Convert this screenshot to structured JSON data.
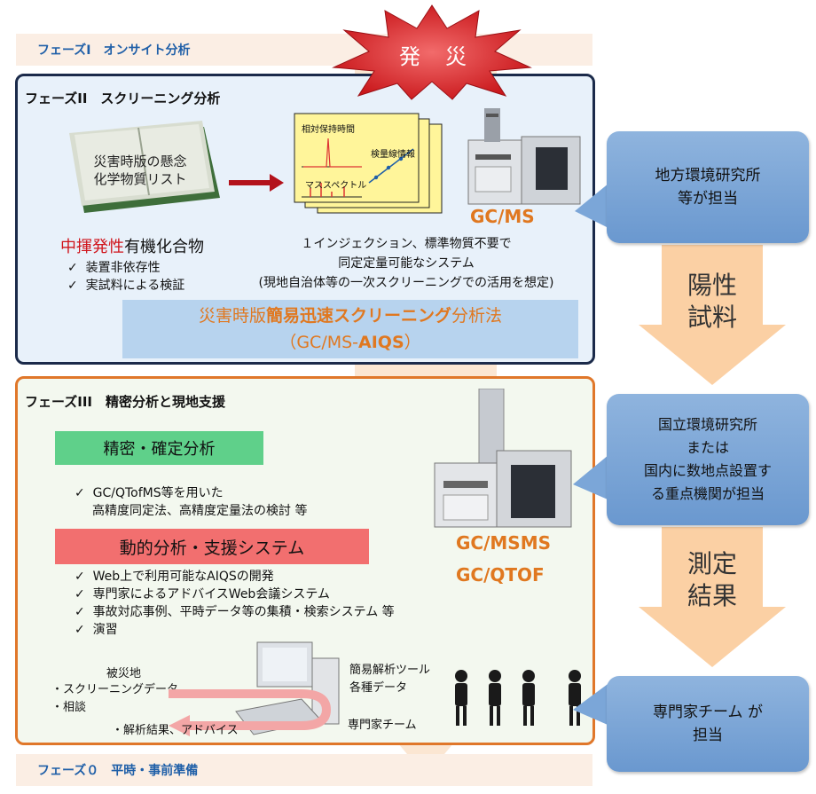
{
  "disaster_label": "発　災",
  "phase1": {
    "title": "フェーズI　オンサイト分析"
  },
  "phase2": {
    "title": "フェーズII　スクリーニング分析",
    "book_text": [
      "災害時版の懸念",
      "化学物質リスト"
    ],
    "doc_labels": {
      "retention": "相対保持時間",
      "calibration": "検量線情報",
      "spectrum": "マススペクトル"
    },
    "instrument": "GC/MS",
    "compound_prefix": "中揮発性",
    "compound_suffix": "有機化合物",
    "checks": [
      "装置非依存性",
      "実試料による検証"
    ],
    "injection_lines": [
      "１インジェクション、標準物質不要で",
      "同定定量可能なシステム",
      "(現地自治体等の一次スクリーニングでの活用を想定)"
    ],
    "method_line1": {
      "a": "災害時版",
      "b": "簡易迅速スクリーニング",
      "c": "分析法"
    },
    "method_line2": {
      "a": "（GC/MS-",
      "b": "AIQS",
      "c": "）"
    }
  },
  "phase3": {
    "title": "フェーズIII　精密分析と現地支援",
    "precise_box": "精密・確定分析",
    "precise_checks": [
      "GC/QTofMS等を用いた",
      "高精度同定法、高精度定量法の検討 等"
    ],
    "dynamic_box": "動的分析・支援システム",
    "dynamic_checks": [
      "Web上で利用可能なAIQSの開発",
      "専門家によるアドバイスWeb会議システム",
      "事故対応事例、平時データ等の集積・検索システム 等",
      "演習"
    ],
    "instruments": [
      "GC/MSMS",
      "GC/QTOF"
    ],
    "site_title": "被災地",
    "site_items": [
      "・スクリーニングデータ",
      "・相談"
    ],
    "advice": "・解析結果、アドバイス",
    "tools": [
      "簡易解析ツール",
      "各種データ"
    ],
    "expert_team": "専門家チーム"
  },
  "phase0": {
    "title": "フェーズ０　平時・事前準備"
  },
  "callouts": [
    [
      "地方環境研究所",
      "等が担当"
    ],
    [
      "国立環境研究所",
      "または",
      "国内に数地点設置す",
      "る重点機関が担当"
    ],
    [
      "専門家チーム が",
      "担当"
    ]
  ],
  "arrows": [
    [
      "陽性",
      "試料"
    ],
    [
      "測定",
      "結果"
    ]
  ],
  "check_mark": "✓",
  "colors": {
    "phase2_border": "#1b2a4a",
    "phase3_border": "#e0772a",
    "accent_orange": "#e07820",
    "precise_green": "#5fd08a",
    "dynamic_red": "#f26f6f",
    "callout_blue": "#7ba6d8",
    "arrow_peach": "#fbd0a4"
  }
}
